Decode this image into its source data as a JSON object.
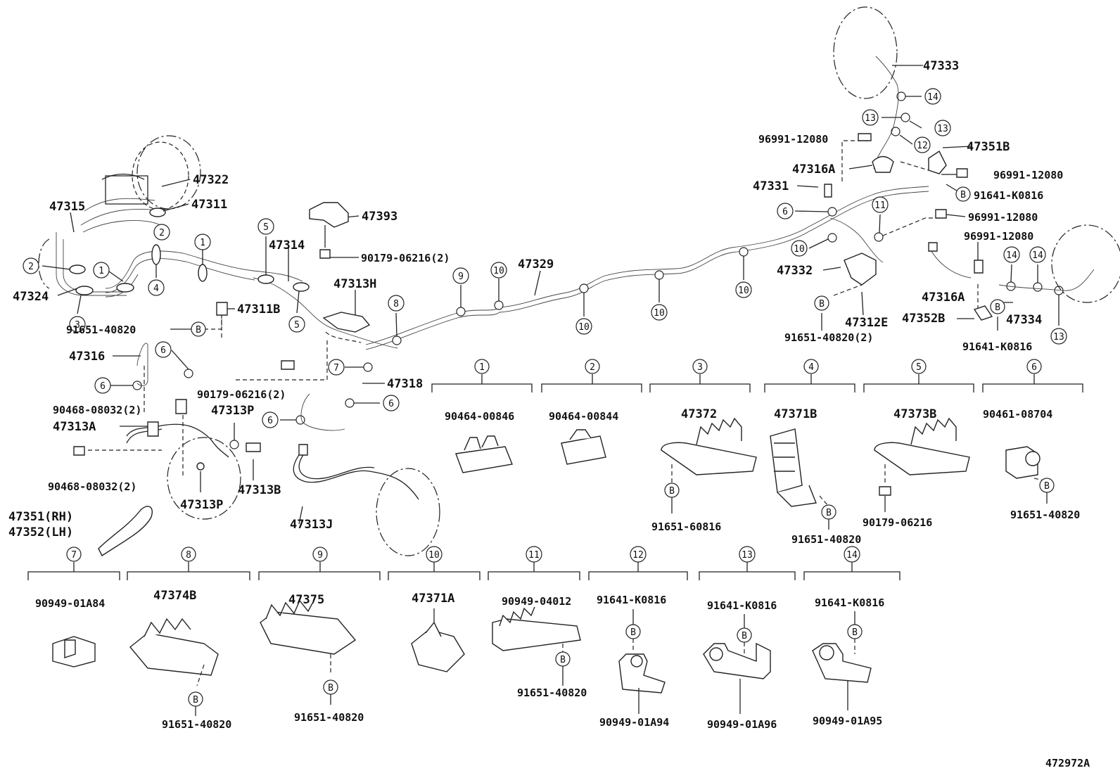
{
  "labels": {
    "p47322": "47322",
    "p47311": "47311",
    "p47315": "47315",
    "p47324": "47324",
    "p47393": "47393",
    "p90179_06216_2a": "90179-06216(2)",
    "p47314": "47314",
    "p47313H": "47313H",
    "p47311B": "47311B",
    "p91651_40820_a": "91651-40820",
    "p47316": "47316",
    "p47318": "47318",
    "p90179_06216_2b": "90179-06216(2)",
    "p47313P_a": "47313P",
    "p90468_08032_2a": "90468-08032(2)",
    "p47313A": "47313A",
    "p47313B": "47313B",
    "p90468_08032_2b": "90468-08032(2)",
    "p47313P_b": "47313P",
    "p47351": "47351(RH)",
    "p47352": "47352(LH)",
    "p47313J": "47313J",
    "p47329": "47329",
    "p47333": "47333",
    "p96991_12080_a": "96991-12080",
    "p47351B": "47351B",
    "p47316A_a": "47316A",
    "p96991_12080_b": "96991-12080",
    "p47331": "47331",
    "p91641_K0816_a": "91641-K0816",
    "p96991_12080_c": "96991-12080",
    "p96991_12080_d": "96991-12080",
    "p47332": "47332",
    "p47316A_b": "47316A",
    "p47312E": "47312E",
    "p47352B": "47352B",
    "p47334": "47334",
    "p91651_40820_2": "91651-40820(2)",
    "p91641_K0816_b": "91641-K0816"
  },
  "details_top": [
    {
      "num": "1",
      "parts": [
        "90464-00846"
      ]
    },
    {
      "num": "2",
      "parts": [
        "90464-00844"
      ]
    },
    {
      "num": "3",
      "parts": [
        "47372",
        "91651-60816"
      ]
    },
    {
      "num": "4",
      "parts": [
        "47371B",
        "91651-40820"
      ]
    },
    {
      "num": "5",
      "parts": [
        "47373B",
        "90179-06216"
      ]
    },
    {
      "num": "6",
      "parts": [
        "90461-08704",
        "91651-40820"
      ]
    }
  ],
  "details_bottom": [
    {
      "num": "7",
      "parts": [
        "90949-01A84"
      ]
    },
    {
      "num": "8",
      "parts": [
        "47374B",
        "91651-40820"
      ]
    },
    {
      "num": "9",
      "parts": [
        "47375",
        "91651-40820"
      ]
    },
    {
      "num": "10",
      "parts": [
        "47371A"
      ]
    },
    {
      "num": "11",
      "parts": [
        "90949-04012",
        "91651-40820"
      ]
    },
    {
      "num": "12",
      "parts": [
        "91641-K0816",
        "90949-01A94"
      ]
    },
    {
      "num": "13",
      "parts": [
        "91641-K0816",
        "90949-01A96"
      ]
    },
    {
      "num": "14",
      "parts": [
        "91641-K0816",
        "90949-01A95"
      ]
    }
  ],
  "markers": {
    "b": "B",
    "n1": "1",
    "n2": "2",
    "n3": "3",
    "n4": "4",
    "n5": "5",
    "n6": "6",
    "n7": "7",
    "n8": "8",
    "n9": "9",
    "n10": "10",
    "n11": "11",
    "n12": "12",
    "n13": "13",
    "n14": "14"
  },
  "figure_id": "472972A"
}
